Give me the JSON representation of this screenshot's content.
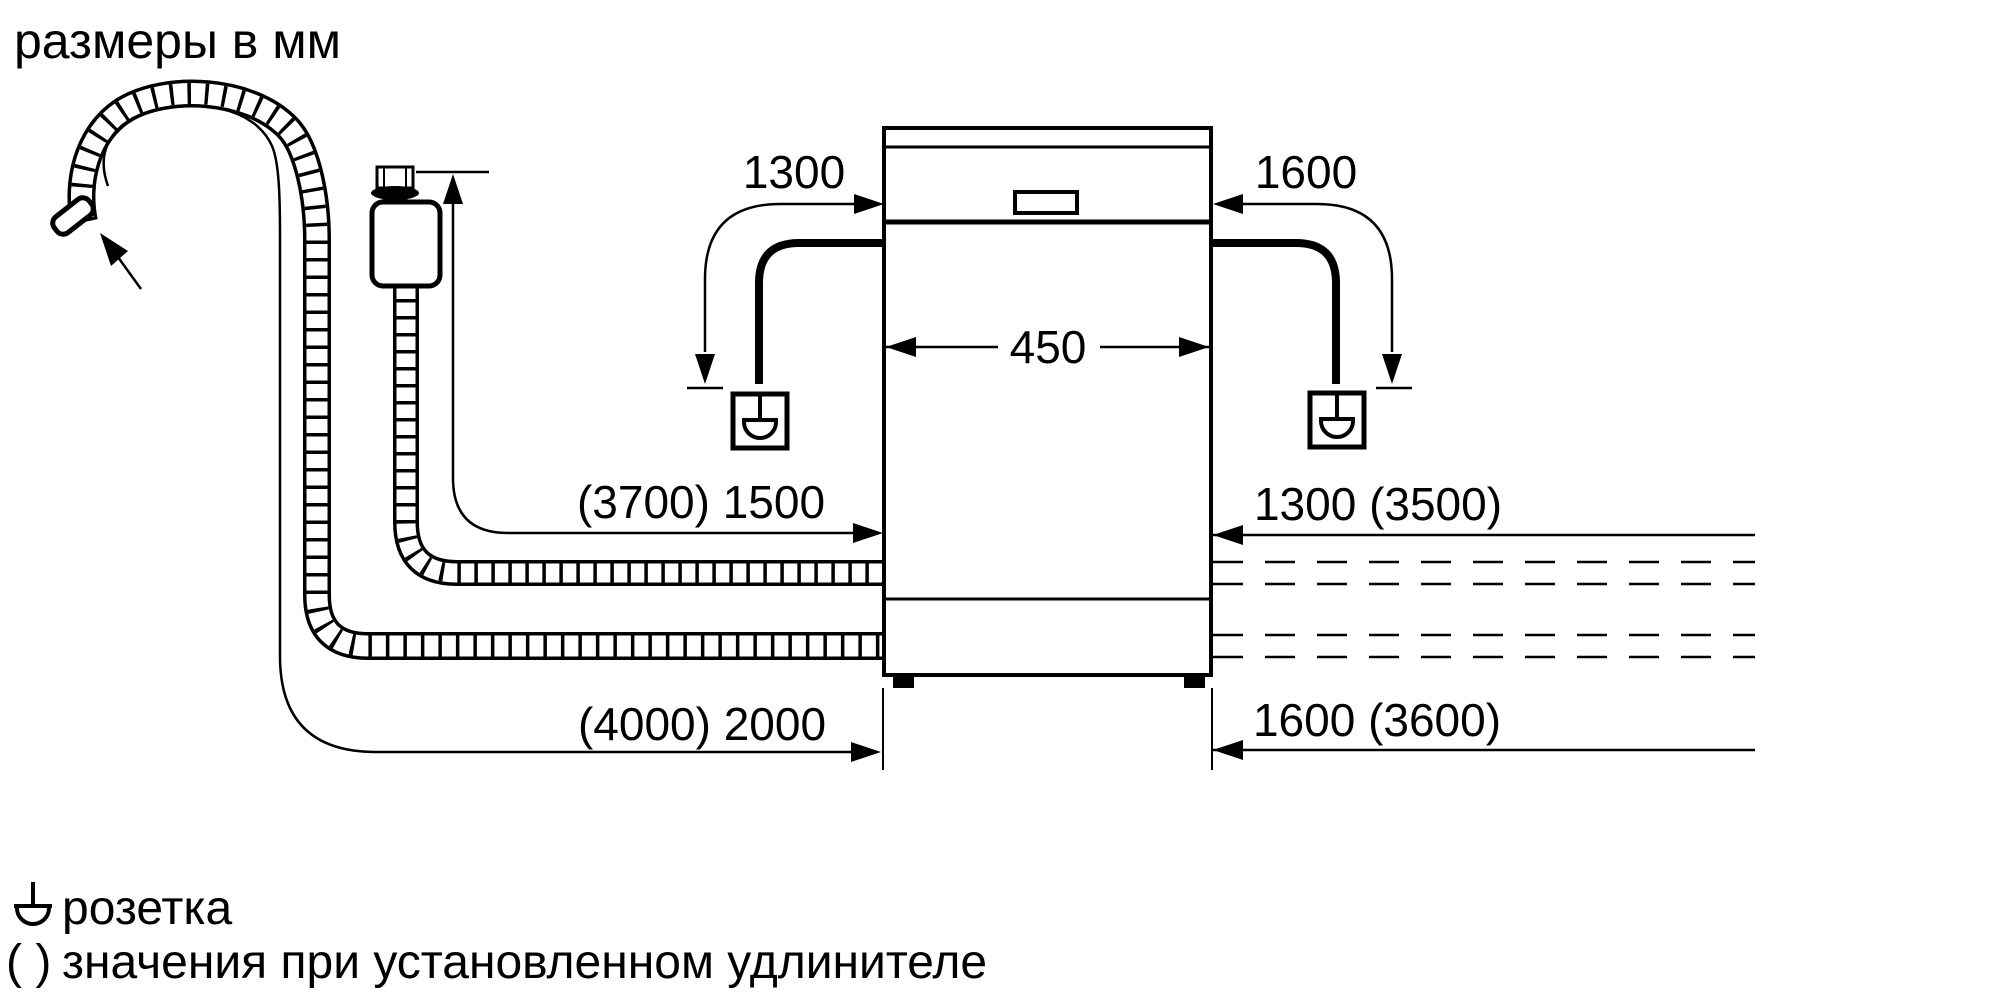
{
  "title": "размеры в мм",
  "colors": {
    "line": "#000000",
    "background": "#ffffff"
  },
  "dimensions": {
    "power_cord_left": "1300",
    "power_cord_right": "1600",
    "appliance_width": "450",
    "supply_hose_left": "(3700) 1500",
    "supply_hose_right": "1300 (3500)",
    "drain_hose_left": "(4000) 2000",
    "drain_hose_right": "1600 (3600)"
  },
  "legend": {
    "socket_symbol_label": "розетка",
    "parentheses_symbol": "( )",
    "parentheses_label": "значения при установленном удлинителе"
  }
}
